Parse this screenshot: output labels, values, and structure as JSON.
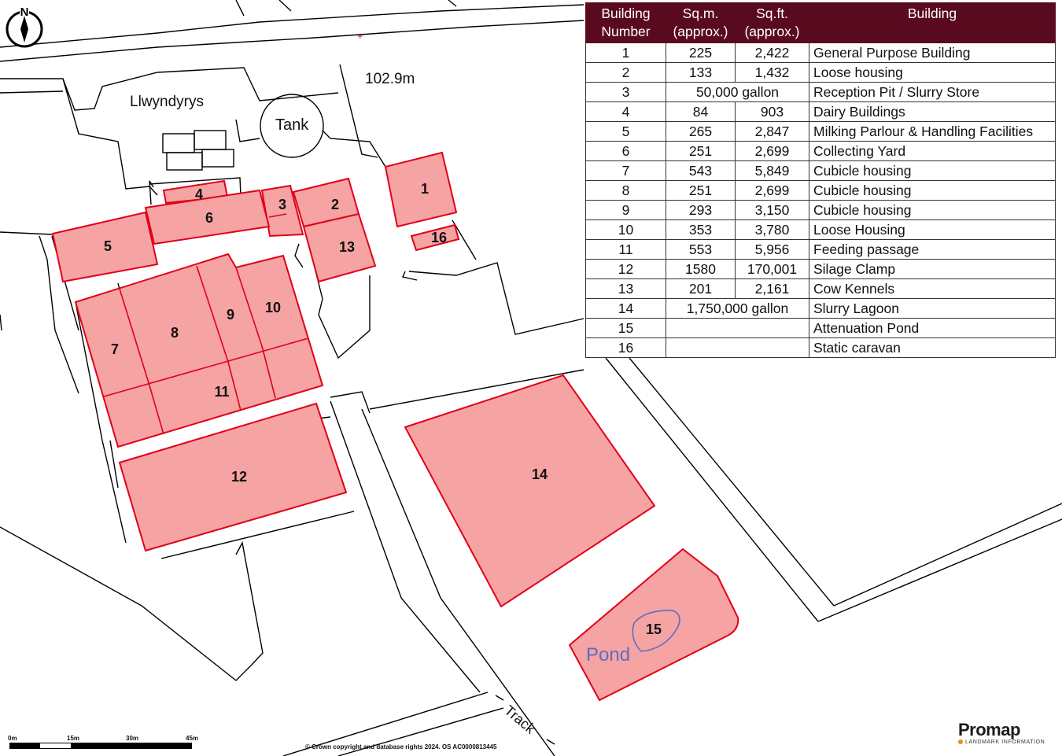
{
  "map": {
    "place_name": "Llwyndyrys",
    "tank_label": "Tank",
    "spot_height": "102.9m",
    "pond_label": "Pond",
    "track_label": "Track",
    "north_label": "N",
    "building_labels": [
      "1",
      "2",
      "3",
      "4",
      "5",
      "6",
      "7",
      "8",
      "9",
      "10",
      "11",
      "12",
      "13",
      "14",
      "15",
      "16"
    ]
  },
  "legend": {
    "headers": [
      [
        "Building",
        "Number"
      ],
      [
        "Sq.m.",
        "(approx.)"
      ],
      [
        "Sq.ft.",
        "(approx.)"
      ],
      [
        "Building"
      ]
    ],
    "rows": [
      {
        "number": "1",
        "sqm": "225",
        "sqft": "2,422",
        "name": "General Purpose Building"
      },
      {
        "number": "2",
        "sqm": "133",
        "sqft": "1,432",
        "name": "Loose housing"
      },
      {
        "number": "3",
        "combined": "50,000 gallon",
        "name": "Reception Pit / Slurry Store"
      },
      {
        "number": "4",
        "sqm": "84",
        "sqft": "903",
        "name": "Dairy Buildings"
      },
      {
        "number": "5",
        "sqm": "265",
        "sqft": "2,847",
        "name": "Milking Parlour & Handling Facilities"
      },
      {
        "number": "6",
        "sqm": "251",
        "sqft": "2,699",
        "name": "Collecting Yard"
      },
      {
        "number": "7",
        "sqm": "543",
        "sqft": "5,849",
        "name": "Cubicle housing"
      },
      {
        "number": "8",
        "sqm": "251",
        "sqft": "2,699",
        "name": "Cubicle housing"
      },
      {
        "number": "9",
        "sqm": "293",
        "sqft": "3,150",
        "name": "Cubicle housing"
      },
      {
        "number": "10",
        "sqm": "353",
        "sqft": "3,780",
        "name": "Loose Housing"
      },
      {
        "number": "11",
        "sqm": "553",
        "sqft": "5,956",
        "name": "Feeding passage"
      },
      {
        "number": "12",
        "sqm": "1580",
        "sqft": "170,001",
        "name": "Silage Clamp"
      },
      {
        "number": "13",
        "sqm": "201",
        "sqft": "2,161",
        "name": "Cow Kennels"
      },
      {
        "number": "14",
        "combined": "1,750,000 gallon",
        "name": "Slurry Lagoon"
      },
      {
        "number": "15",
        "combined": "",
        "name": "Attenuation Pond"
      },
      {
        "number": "16",
        "combined": "",
        "name": "Static caravan"
      }
    ]
  },
  "scale": {
    "ticks": [
      "0m",
      "15m",
      "30m",
      "45m"
    ]
  },
  "copyright": "© Crown copyright and database rights 2024. OS AC0000813445",
  "brand": {
    "name": "Promap",
    "tagline": "LANDMARK INFORMATION",
    "dot_color": "#f08a1c"
  },
  "colors": {
    "building_fill": "#f5a3a3",
    "building_outline": "#e0001a",
    "header_bg": "#5a0a1e",
    "pond_outline": "#5b6ec2"
  }
}
